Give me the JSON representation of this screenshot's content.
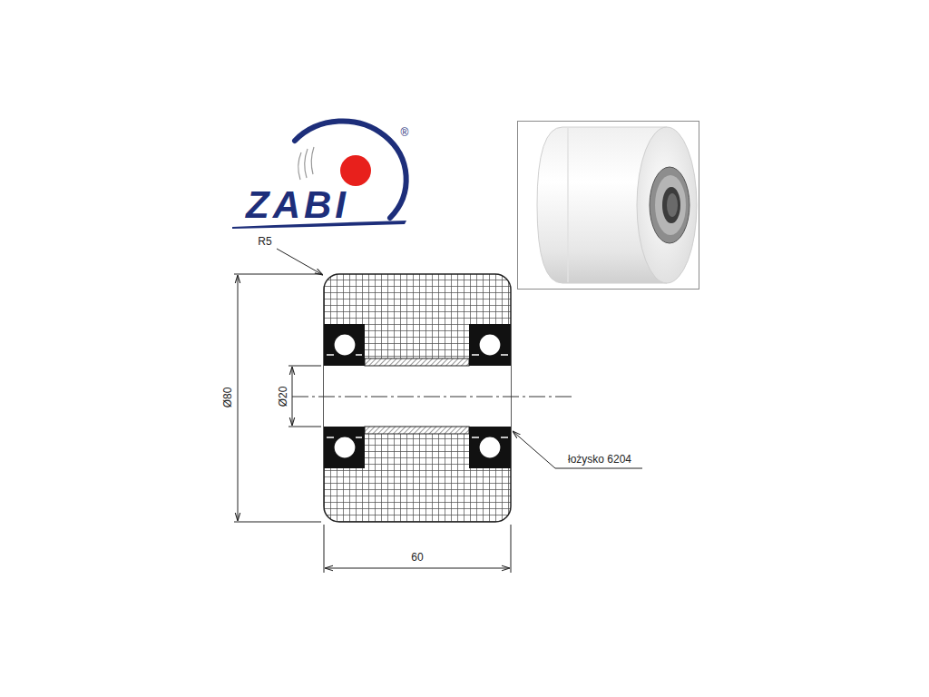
{
  "diagram": {
    "labels": [
      "ZABI",
      "®",
      "R5",
      "Ø80",
      "Ø20",
      "60",
      "łożysko 6204"
    ]
  }
}
